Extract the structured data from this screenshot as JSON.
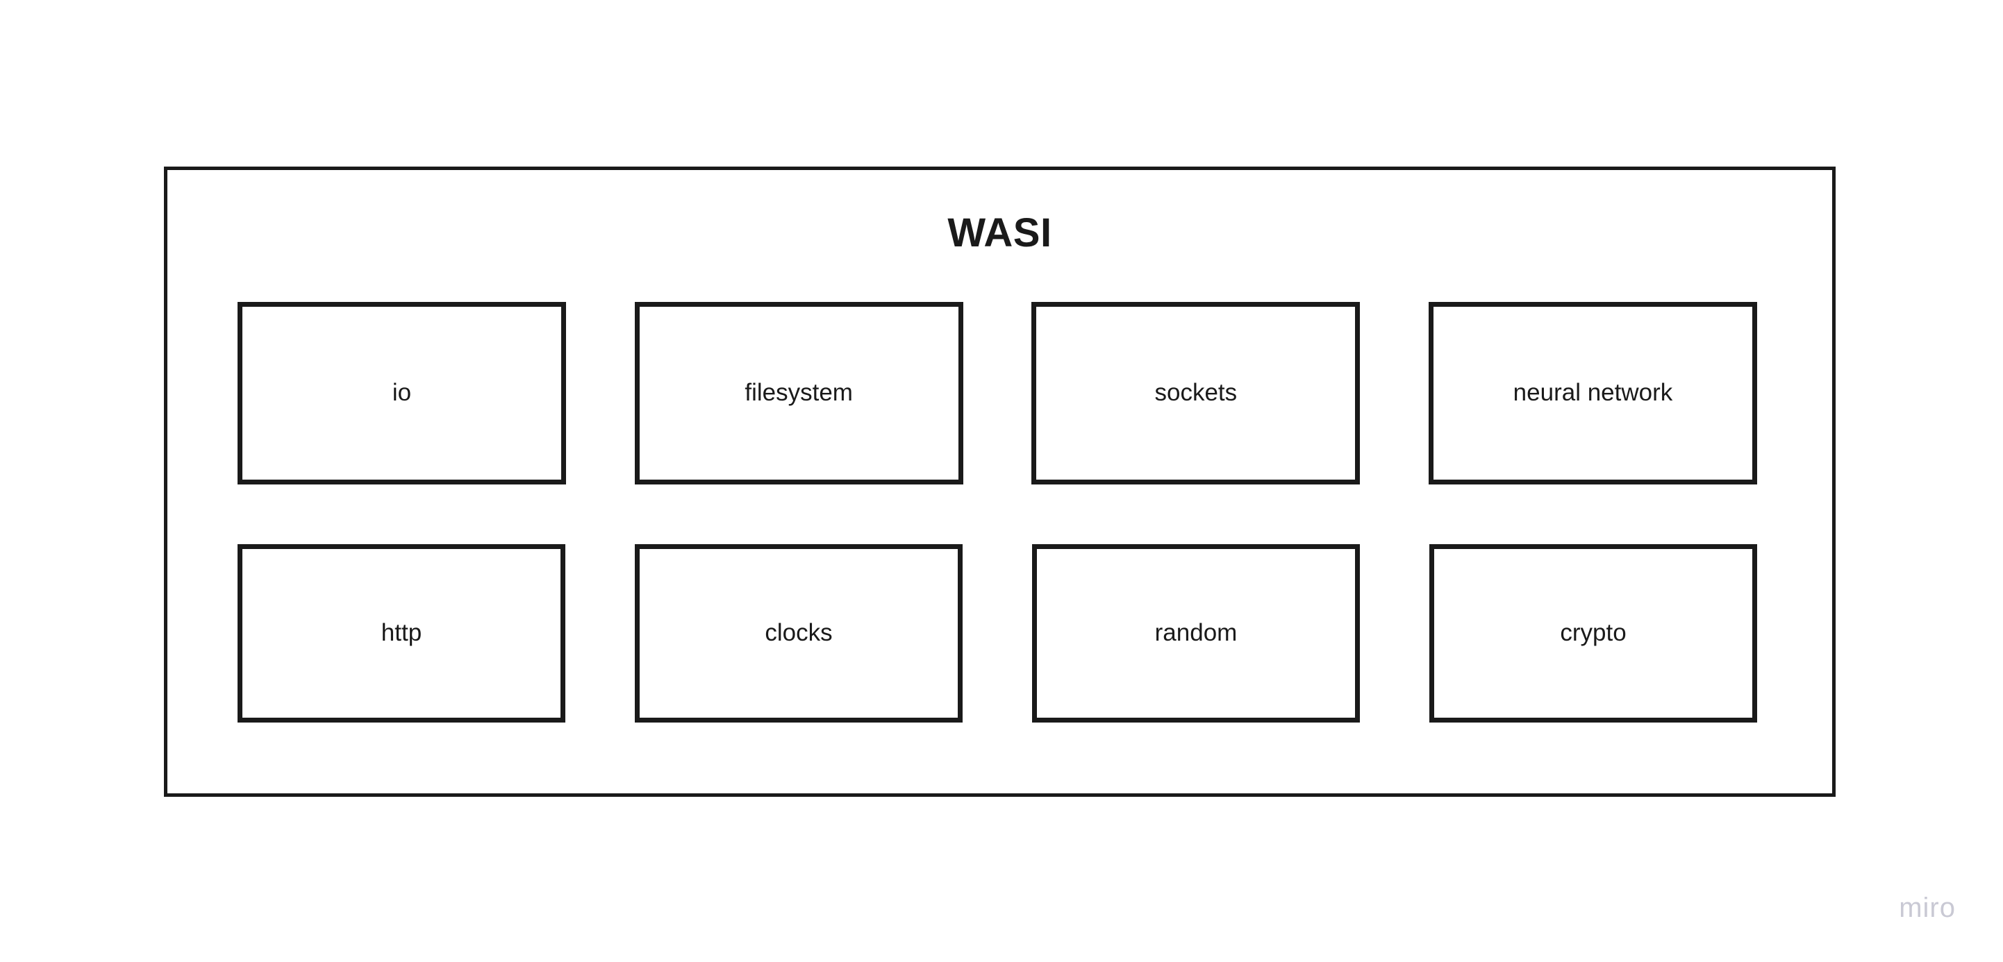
{
  "diagram": {
    "title": "WASI",
    "border_color": "#1a1a1a",
    "background_color": "#ffffff",
    "rows": [
      {
        "name": "row-top",
        "boxes": [
          {
            "label": "io"
          },
          {
            "label": "filesystem"
          },
          {
            "label": "sockets"
          },
          {
            "label": "neural network"
          }
        ]
      },
      {
        "name": "row-bottom",
        "boxes": [
          {
            "label": "http"
          },
          {
            "label": "clocks"
          },
          {
            "label": "random"
          },
          {
            "label": "crypto"
          }
        ]
      }
    ]
  },
  "watermark": {
    "label": "miro",
    "color": "#c9c9d4"
  }
}
